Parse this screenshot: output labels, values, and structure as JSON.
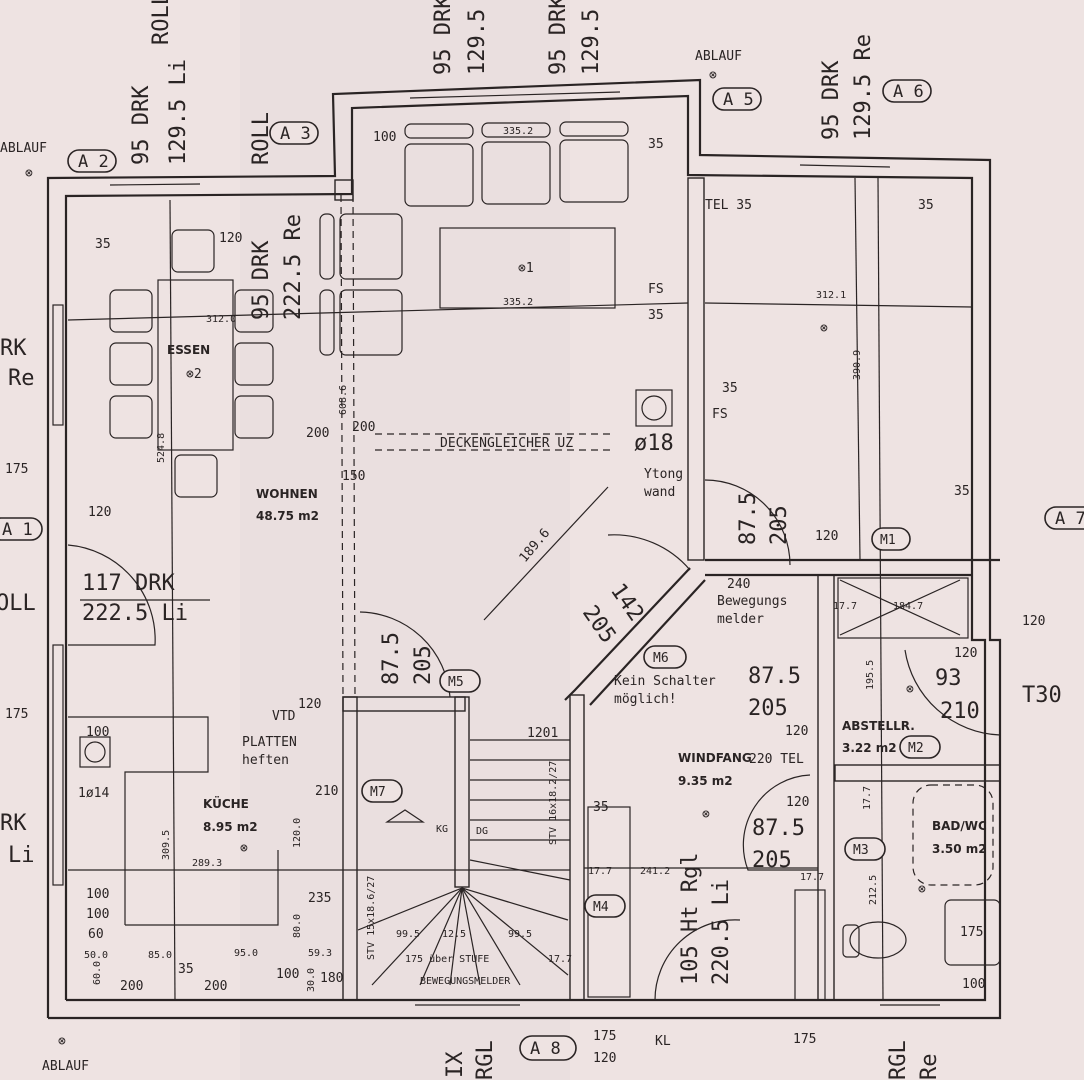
{
  "colors": {
    "paper": "#eee3e2",
    "ink": "#2a2424"
  },
  "axes": {
    "a1": "A 1",
    "a2": "A 2",
    "a3": "A 3",
    "a5": "A 5",
    "a6": "A 6",
    "a7": "A 7",
    "a8": "A 8"
  },
  "doors": {
    "m1": "M1",
    "m2": "M2",
    "m3": "M3",
    "m4": "M4",
    "m5": "M5",
    "m6": "M6",
    "m7": "M7"
  },
  "rooms": {
    "essen": {
      "name": "ESSEN",
      "light": "⊗2"
    },
    "wohnen": {
      "name": "WOHNEN",
      "area": "48.75 m2",
      "light": "⊗1"
    },
    "kueche": {
      "name": "KÜCHE",
      "area": "8.95 m2"
    },
    "windfang": {
      "name": "WINDFANG",
      "area": "9.35 m2"
    },
    "abstell": {
      "name": "ABSTELLR.",
      "area": "3.22 m2"
    },
    "bad": {
      "name": "BAD/WC",
      "area": "3.50 m2"
    }
  },
  "windows": {
    "a2_top": "95 DRK",
    "a2_bot": "129.5 Li",
    "a2_roll": "ROLL",
    "a3_top": "95 DRK",
    "a3_bot": "222.5 Re",
    "a3_roll": "ROLL",
    "a4_top": "95 DRK",
    "a4_bot": "129.5",
    "a5_top": "95 DRK",
    "a5_bot": "129.5",
    "a6_top": "95 DRK",
    "a6_bot": "129.5 Re",
    "left_top": "RK",
    "left_bot": "Re",
    "a1_top": "117 DRK",
    "a1_bot": "222.5 Li",
    "a1_roll": "OLL",
    "left2_top": "RK",
    "left2_bot": "Li",
    "front_top": "105 Ht Rgl",
    "front_bot": "220.5 Li",
    "bottom_rgl": "RGL",
    "bottom_ix": "IX",
    "bottom_rgl2": "RGL",
    "bottom_re": "Re"
  },
  "door_dims": {
    "m5_w": "87.5",
    "m5_h": "205",
    "m6_w": "142",
    "m6_h": "205",
    "m1_w": "87.5",
    "m1_h": "205",
    "windfang_w": "87.5",
    "windfang_h": "205",
    "m3_w": "87.5",
    "m3_h": "205",
    "m2_w": "93",
    "m2_h": "210",
    "m2_fire": "T30"
  },
  "notes": {
    "ablauf_tl": "ABLAUF",
    "ablauf_top": "ABLAUF",
    "ablauf_bl": "ABLAUF",
    "deckengleich": "DECKENGLEICHER UZ",
    "chimney1": "ø18",
    "ytong1": "Ytong",
    "ytong2": "wand",
    "platten1": "PLATTEN",
    "platten2": "heften",
    "chimney2": "1ø14",
    "bew1": "Bewegungs",
    "bew2": "melder",
    "kein1": "Kein Schalter",
    "kein2": "möglich!",
    "stufe": "175 über STUFE",
    "bewmelder": "BEWEGUNGSMELDER",
    "kg": "KG",
    "dg": "DG",
    "stv1": "STV 15x18.6/27",
    "stv2": "STV 16x18.2/27",
    "tel35": "TEL 35",
    "tel220": "220 TEL",
    "vtd": "VTD",
    "kl": "KL",
    "fs1": "FS",
    "fs2": "FS"
  },
  "dims": {
    "d100": "100",
    "d335a": "335.2",
    "d335b": "335.2",
    "d35a": "35",
    "d35b": "35",
    "d312": "312.0",
    "d3121": "312.1",
    "d3909": "390.9",
    "d6086": "608.6",
    "d5248": "524.8",
    "d1896": "189.6",
    "d200a": "200",
    "d200b": "200",
    "d150": "150",
    "d120a": "120",
    "d35c": "35",
    "d35d": "35",
    "d35e": "35",
    "d35f": "35",
    "d175a": "175",
    "d175b": "175",
    "d120b": "120",
    "d3095": "309.5",
    "d2893": "289.3",
    "d1200": "120.0",
    "d800": "80.0",
    "d235": "235",
    "d210": "210",
    "d1201": "1201",
    "d500": "50.0",
    "d850": "85.0",
    "d950": "95.0",
    "d593": "59.3",
    "d600": "60.0",
    "d300": "30.0",
    "d60": "60",
    "d100b": "100",
    "d100c": "100",
    "d100d": "100",
    "d100e": "100",
    "d200c": "200",
    "d200d": "200",
    "d180": "180",
    "d35g": "35",
    "d995a": "99.5",
    "d995b": "99.5",
    "d125": "12.5",
    "d177a": "17.7",
    "d177b": "17.7",
    "d177c": "17.7",
    "d177d": "17.7",
    "d177e": "17.7",
    "d1847": "184.7",
    "d1955": "195.5",
    "d2125": "212.5",
    "d2412": "241.2",
    "d240": "240",
    "d120c": "120",
    "d120d": "120",
    "d120e": "120",
    "d120f": "120",
    "d120g": "120",
    "d120h": "120",
    "d35h": "35",
    "d175c": "175",
    "d175d": "175",
    "d175e": "175",
    "d120i": "120",
    "d100f": "100"
  }
}
